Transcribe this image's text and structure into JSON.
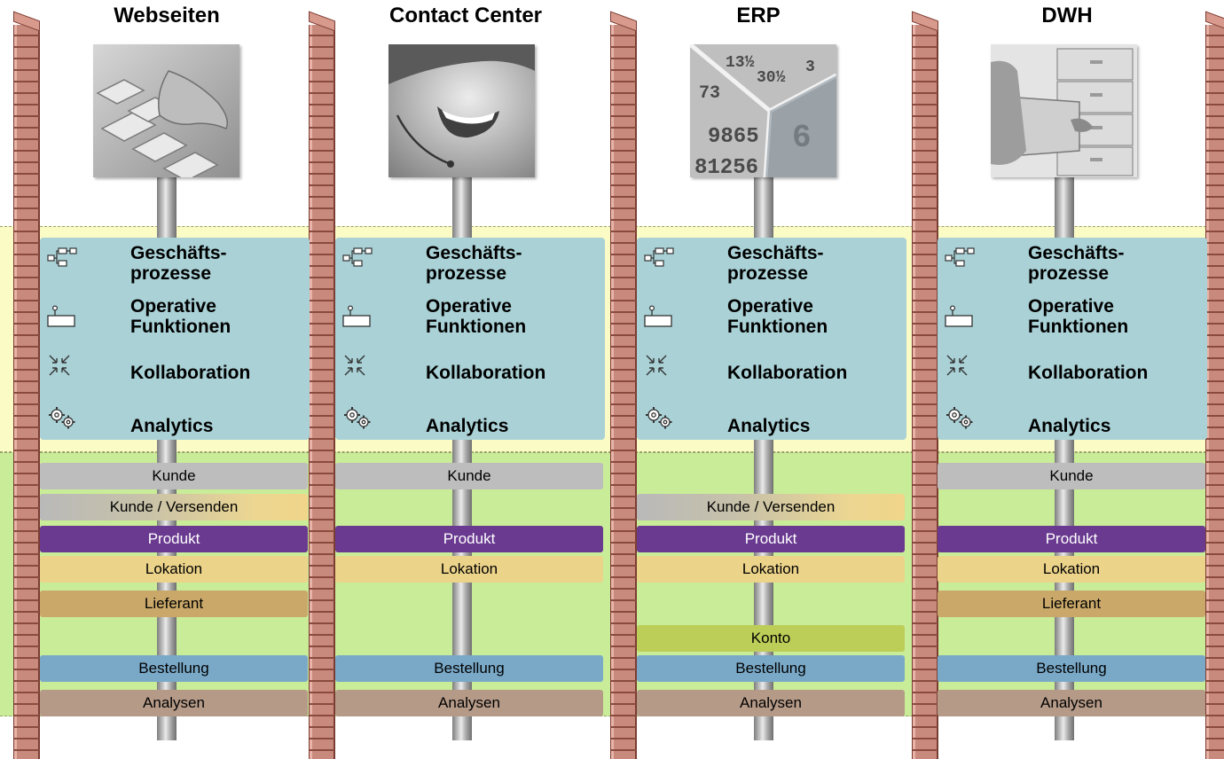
{
  "columns": [
    {
      "title": "Webseiten",
      "photo": "keyboard-hand-photo",
      "capabilities": [
        {
          "icon": "process-flow-icon",
          "label": "Geschäfts-\nprozesse"
        },
        {
          "icon": "operative-functions-icon",
          "label": "Operative\nFunktionen"
        },
        {
          "icon": "collaboration-arrows-icon",
          "label": "Kollaboration"
        },
        {
          "icon": "gears-icon",
          "label": "Analytics"
        }
      ],
      "data_objects": [
        {
          "label": "Kunde",
          "kind": "kunde",
          "row": 0
        },
        {
          "label": "Kunde / Versenden",
          "kind": "kv",
          "row": 1
        },
        {
          "label": "Produkt",
          "kind": "produkt",
          "row": 2
        },
        {
          "label": "Lokation",
          "kind": "lokation",
          "row": 3
        },
        {
          "label": "Lieferant",
          "kind": "lieferant",
          "row": 4
        },
        {
          "label": "Bestellung",
          "kind": "bestellung",
          "row": 6
        },
        {
          "label": "Analysen",
          "kind": "analysen",
          "row": 7
        }
      ]
    },
    {
      "title": "Contact Center",
      "photo": "headset-smile-photo",
      "capabilities": [
        {
          "icon": "process-flow-icon",
          "label": "Geschäfts-\nprozesse"
        },
        {
          "icon": "operative-functions-icon",
          "label": "Operative\nFunktionen"
        },
        {
          "icon": "collaboration-arrows-icon",
          "label": "Kollaboration"
        },
        {
          "icon": "gears-icon",
          "label": "Analytics"
        }
      ],
      "data_objects": [
        {
          "label": "Kunde",
          "kind": "kunde",
          "row": 0
        },
        {
          "label": "Produkt",
          "kind": "produkt",
          "row": 2
        },
        {
          "label": "Lokation",
          "kind": "lokation",
          "row": 3
        },
        {
          "label": "Bestellung",
          "kind": "bestellung",
          "row": 6
        },
        {
          "label": "Analysen",
          "kind": "analysen",
          "row": 7
        }
      ]
    },
    {
      "title": "ERP",
      "photo": "numbers-photo",
      "capabilities": [
        {
          "icon": "process-flow-icon",
          "label": "Geschäfts-\nprozesse"
        },
        {
          "icon": "operative-functions-icon",
          "label": "Operative\nFunktionen"
        },
        {
          "icon": "collaboration-arrows-icon",
          "label": "Kollaboration"
        },
        {
          "icon": "gears-icon",
          "label": "Analytics"
        }
      ],
      "data_objects": [
        {
          "label": "Kunde / Versenden",
          "kind": "kv",
          "row": 1
        },
        {
          "label": "Produkt",
          "kind": "produkt",
          "row": 2
        },
        {
          "label": "Lokation",
          "kind": "lokation",
          "row": 3
        },
        {
          "label": "Konto",
          "kind": "konto",
          "row": 5
        },
        {
          "label": "Bestellung",
          "kind": "bestellung",
          "row": 6
        },
        {
          "label": "Analysen",
          "kind": "analysen",
          "row": 7
        }
      ]
    },
    {
      "title": "DWH",
      "photo": "file-cabinet-photo",
      "capabilities": [
        {
          "icon": "process-flow-icon",
          "label": "Geschäfts-\nprozesse"
        },
        {
          "icon": "operative-functions-icon",
          "label": "Operative\nFunktionen"
        },
        {
          "icon": "collaboration-arrows-icon",
          "label": "Kollaboration"
        },
        {
          "icon": "gears-icon",
          "label": "Analytics"
        }
      ],
      "data_objects": [
        {
          "label": "Kunde",
          "kind": "kunde",
          "row": 0
        },
        {
          "label": "Produkt",
          "kind": "produkt",
          "row": 2
        },
        {
          "label": "Lokation",
          "kind": "lokation",
          "row": 3
        },
        {
          "label": "Lieferant",
          "kind": "lieferant",
          "row": 4
        },
        {
          "label": "Bestellung",
          "kind": "bestellung",
          "row": 6
        },
        {
          "label": "Analysen",
          "kind": "analysen",
          "row": 7
        }
      ]
    }
  ],
  "colors": {
    "panel": "#a9d1d6",
    "capability_band": "#fbfbc6",
    "data_band": "#c9ec98",
    "brick": "#c98a7e"
  }
}
